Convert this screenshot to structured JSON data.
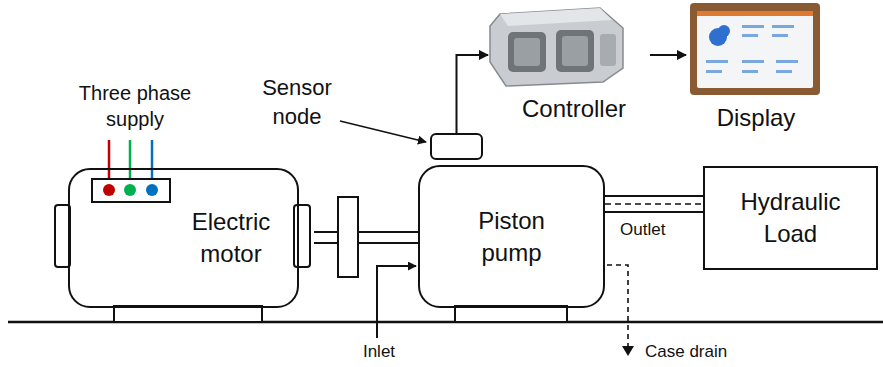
{
  "diagram": {
    "nodes": [
      {
        "text": [
          "Sensor node"
        ]
      },
      {
        "text": [
          "Controller"
        ]
      },
      {
        "text": [
          "Display"
        ]
      },
      {
        "text": [
          "Electric motor"
        ]
      },
      {
        "text": [
          "Piston pump"
        ]
      },
      {
        "text": [
          "Hydraulic Load"
        ]
      }
    ],
    "edges": [
      {
        "from": 0,
        "to": 1,
        "arrow": "to"
      },
      {
        "from": 1,
        "to": 2,
        "arrow": "to"
      },
      {
        "from": 3,
        "to": 4,
        "arrow": "none"
      },
      {
        "from": 4,
        "to": 5,
        "arrow": "none",
        "label": "Outlet"
      }
    ],
    "labels": [
      "Three phase supply",
      "Inlet",
      "Case drain"
    ]
  }
}
